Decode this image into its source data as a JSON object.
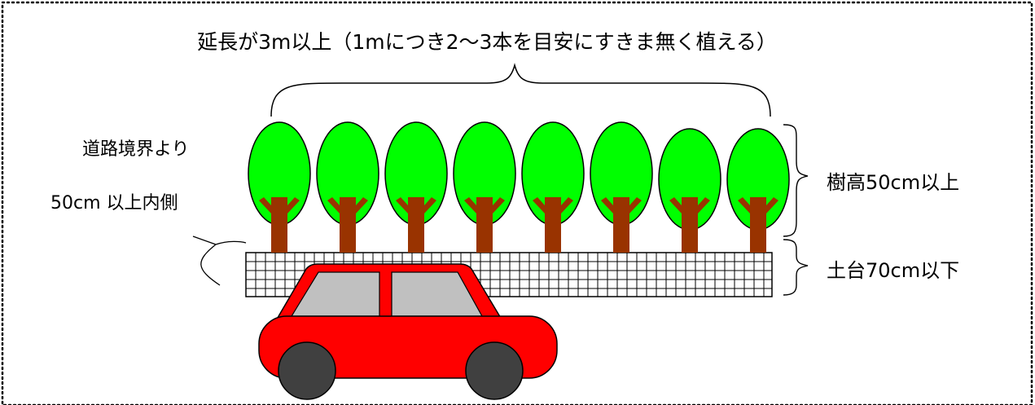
{
  "labels": {
    "length_note": "延長が3m以上（1mにつき2～3本を目安にすきま無く植える）",
    "boundary_line1": "道路境界より",
    "boundary_line2": "50cm 以上内側",
    "tree_height": "樹高50cm以上",
    "base_height": "土台70cm以下"
  },
  "diagram": {
    "tree_count": 8,
    "colors": {
      "foliage": "#00ff00",
      "trunk": "#993300",
      "car_body": "#ff0000",
      "car_window": "#c0c0c0",
      "wheel": "#404040",
      "outline": "#000000",
      "frame": "#000000"
    }
  }
}
